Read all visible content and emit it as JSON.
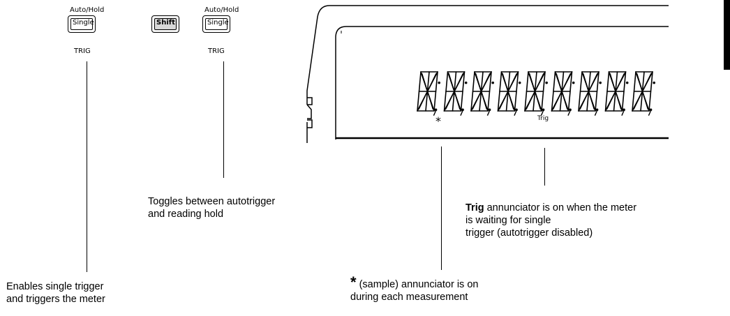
{
  "buttons": [
    {
      "top_label": "Auto/Hold",
      "key_label": "Single",
      "bottom_label": "TRIG"
    },
    {
      "key_label": "Shift"
    },
    {
      "top_label": "Auto/Hold",
      "key_label": "Single",
      "bottom_label": "TRIG"
    }
  ],
  "display": {
    "digit_count": 9,
    "sample_annunciator": "*",
    "trig_annunciator": "Trig"
  },
  "callouts": {
    "toggle": [
      "Toggles between autotrigger",
      "and reading hold"
    ],
    "enable": [
      "Enables single trigger",
      "and triggers the meter"
    ],
    "trig_bold": "Trig",
    "trig_line1_rest": " annunciator is on when the meter",
    "trig_line2": "is waiting for single",
    "trig_line3": "trigger (autotrigger disabled)",
    "sample_star": "*",
    "sample_line1_rest": " (sample) annunciator is on",
    "sample_line2": "during each measurement"
  },
  "colors": {
    "ink": "#000000",
    "shift_key": "#d8d8d8"
  }
}
